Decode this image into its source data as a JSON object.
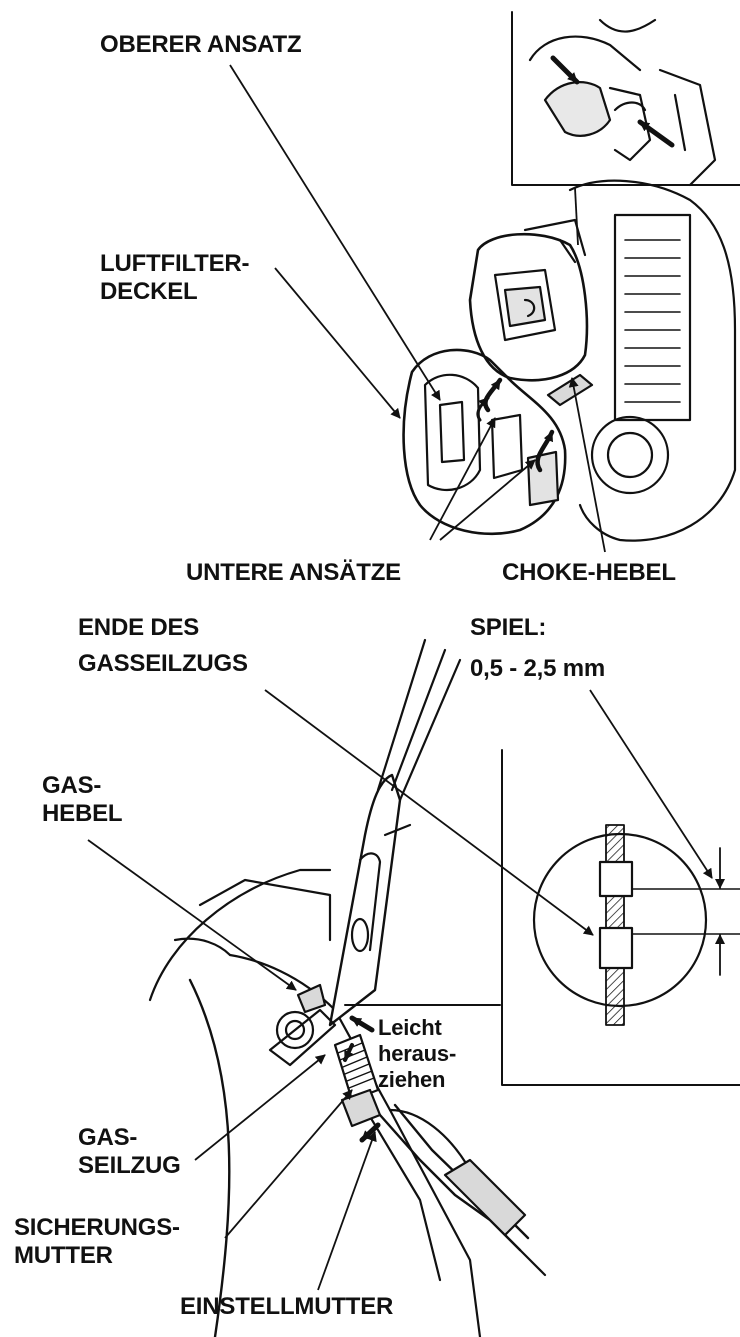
{
  "labels": {
    "oberer_ansatz": "OBERER ANSATZ",
    "luftfilter_deckel_line1": "LUFTFILTER-",
    "luftfilter_deckel_line2": "DECKEL",
    "untere_ansaetze": "UNTERE ANSÄTZE",
    "choke_hebel": "CHOKE-HEBEL",
    "ende_line1": "ENDE DES",
    "ende_line2": "GASSEILZUGS",
    "spiel_line1": "SPIEL:",
    "spiel_line2": "0,5 - 2,5 mm",
    "gas_hebel_line1": "GAS-",
    "gas_hebel_line2": "HEBEL",
    "leicht_line1": "Leicht",
    "leicht_line2": "heraus-",
    "leicht_line3": "ziehen",
    "gas_seilzug_line1": "GAS-",
    "gas_seilzug_line2": "SEILZUG",
    "sicherungs_line1": "SICHERUNGS-",
    "sicherungs_line2": "MUTTER",
    "einstellmutter": "EINSTELLMUTTER"
  },
  "colors": {
    "ink": "#111111",
    "background": "#ffffff",
    "shade": "#d9d9d9"
  }
}
